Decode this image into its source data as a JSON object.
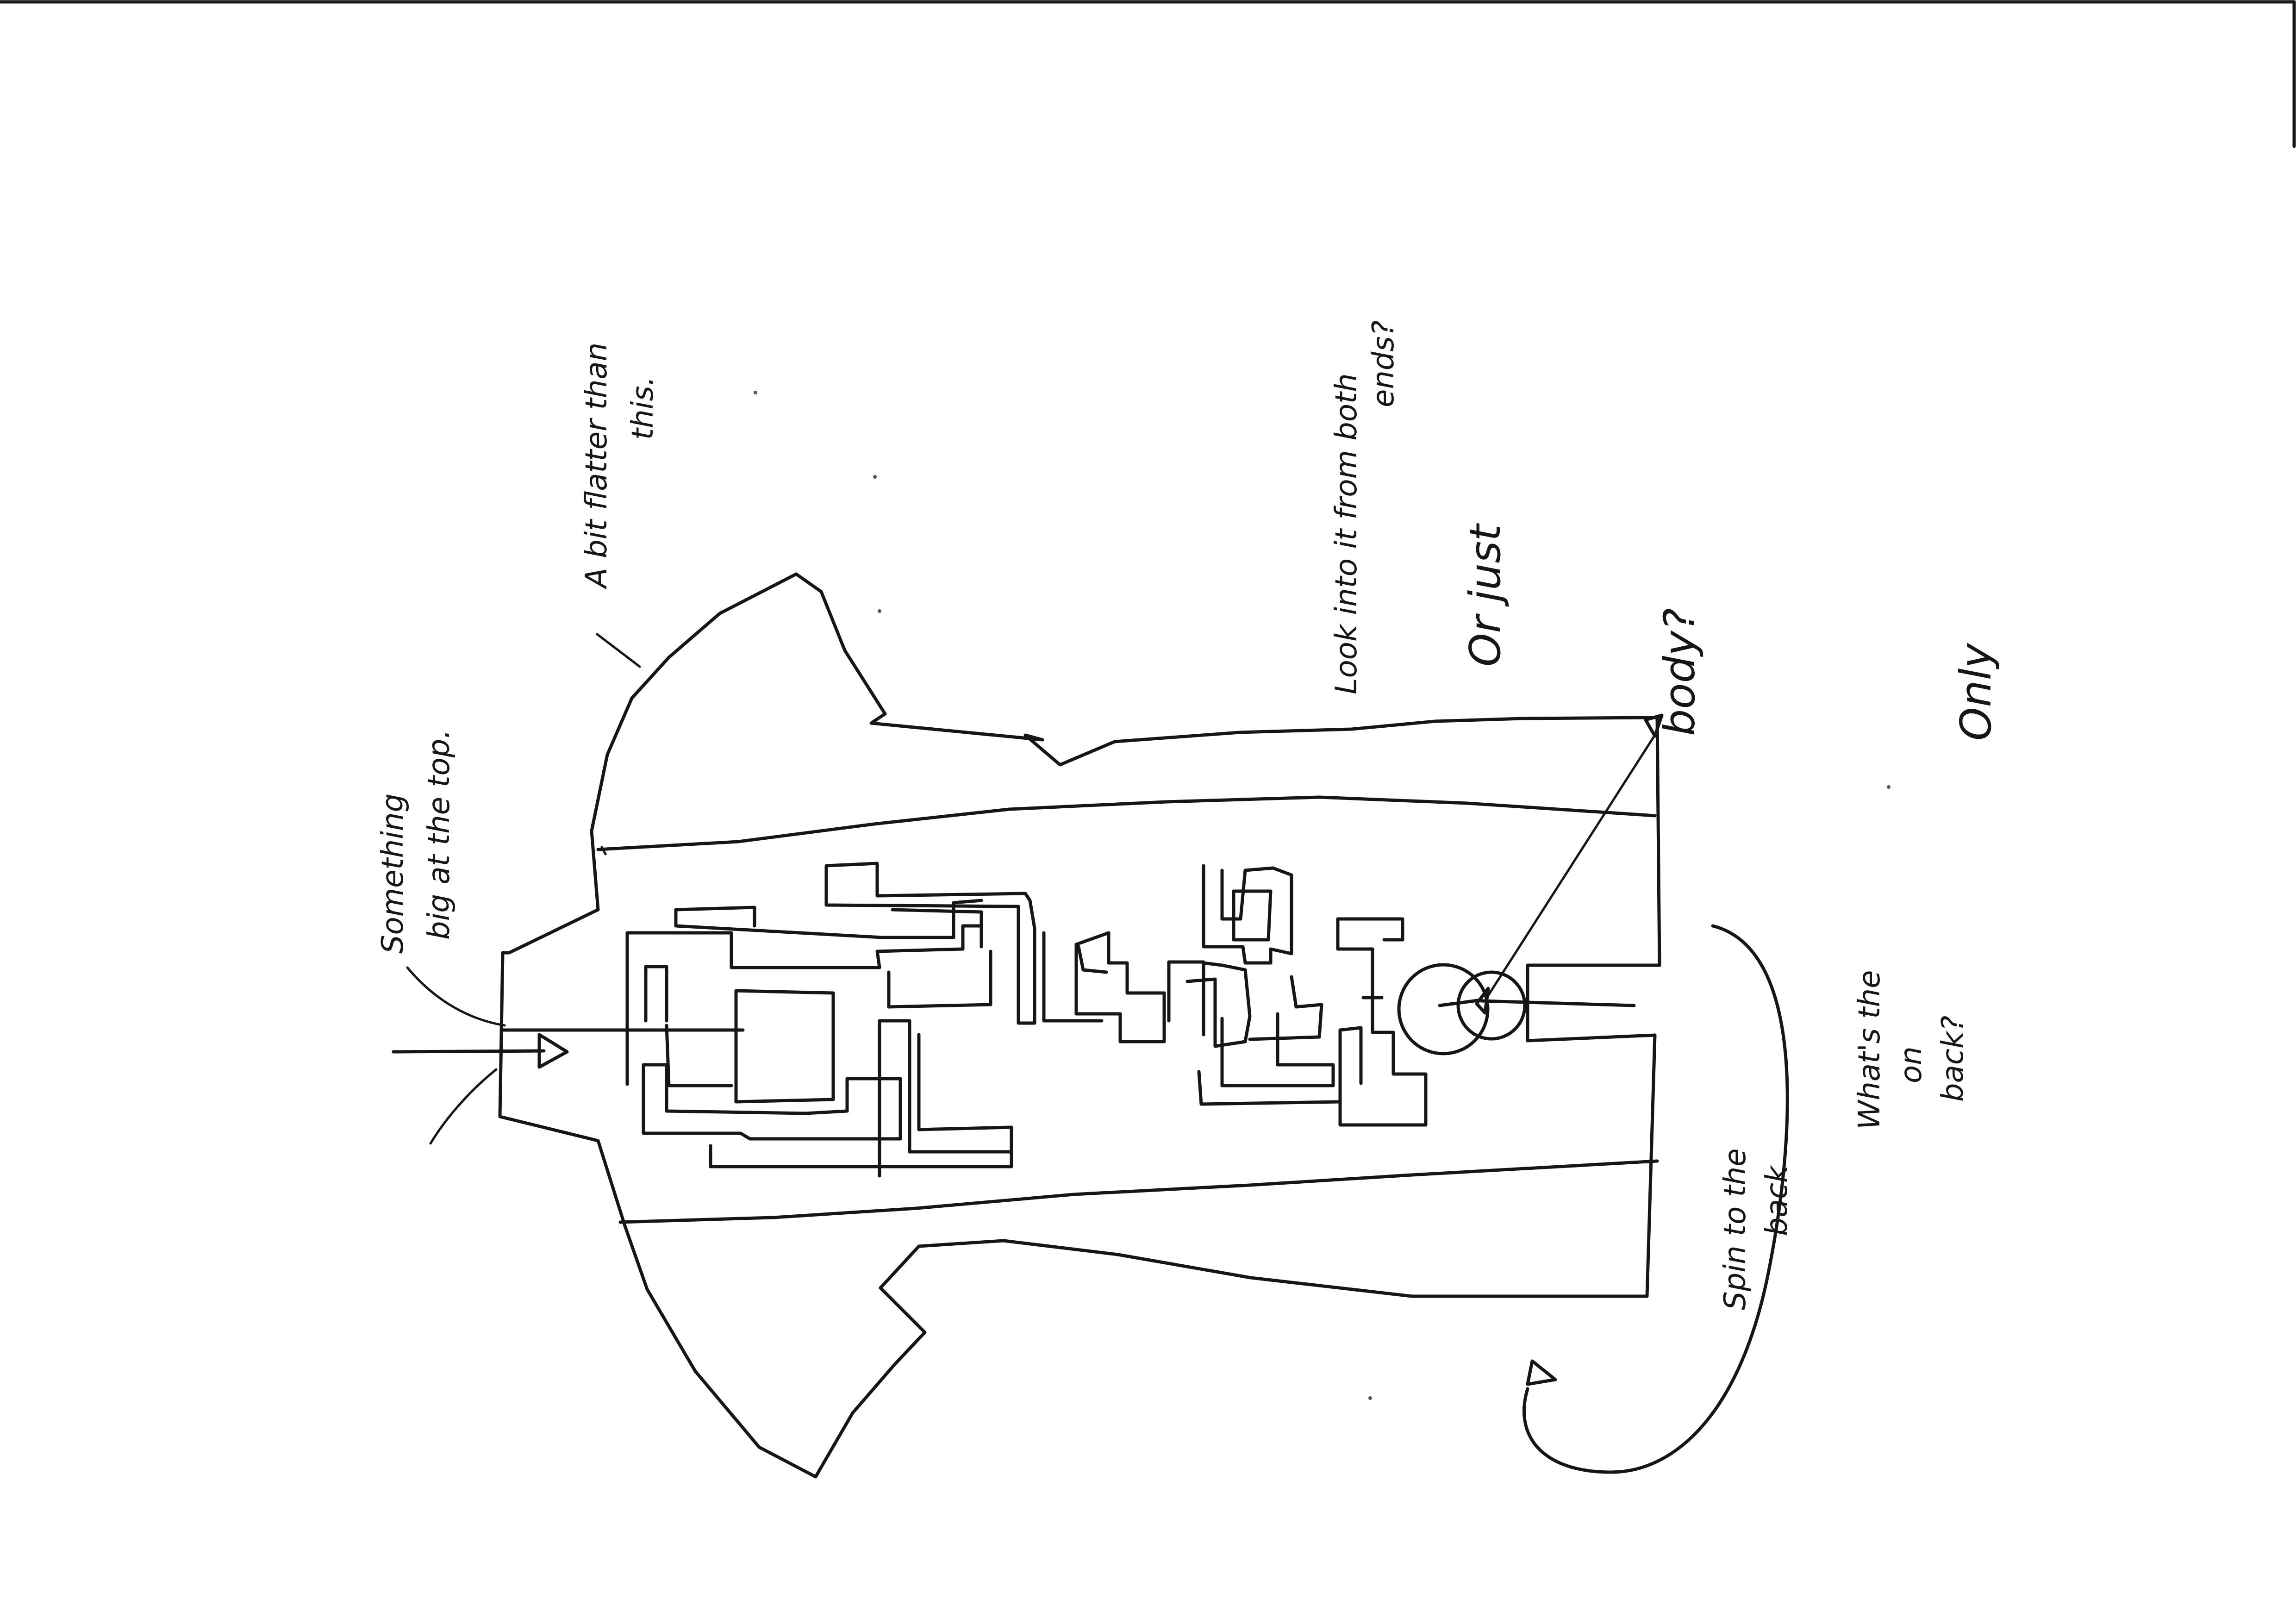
{
  "notes": {
    "something_line1": "Something",
    "something_line2": "big at the top.",
    "flatter_line1": "A bit flatter than",
    "flatter_line2": "this.",
    "look_line1": "Look into it from both",
    "look_line2": "ends?",
    "or_just": "Or just",
    "body": "body?",
    "only": "Only",
    "whats_line1": "What's the",
    "whats_line2": "on",
    "whats_line3": "back?",
    "spin_line1": "Spin to the",
    "spin_line2": "back"
  },
  "colors": {
    "ink": "#161616",
    "paper": "#ffffff"
  }
}
